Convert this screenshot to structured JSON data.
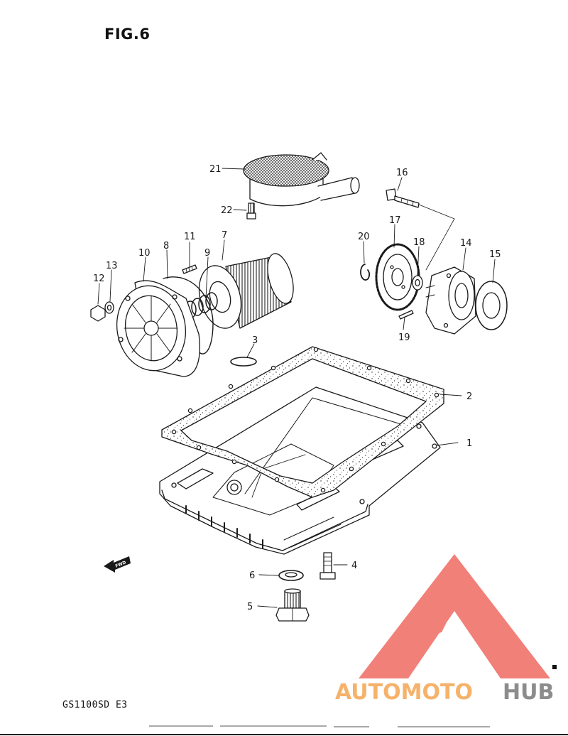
{
  "figure": {
    "title": "FIG.6",
    "model_code": "GS1100SD  E3"
  },
  "callouts": [
    {
      "n": "1"
    },
    {
      "n": "2"
    },
    {
      "n": "3"
    },
    {
      "n": "4"
    },
    {
      "n": "5"
    },
    {
      "n": "6"
    },
    {
      "n": "7"
    },
    {
      "n": "8"
    },
    {
      "n": "9"
    },
    {
      "n": "10"
    },
    {
      "n": "11"
    },
    {
      "n": "12"
    },
    {
      "n": "13"
    },
    {
      "n": "14"
    },
    {
      "n": "15"
    },
    {
      "n": "16"
    },
    {
      "n": "17"
    },
    {
      "n": "18"
    },
    {
      "n": "19"
    },
    {
      "n": "20"
    },
    {
      "n": "21"
    },
    {
      "n": "22"
    }
  ],
  "fwd_marker": {
    "label": "FWD"
  },
  "watermark": {
    "text_a": "AUTOMOTO",
    "text_b": "HUB",
    "color_red": "#ef6a62",
    "color_orange": "#f6b26b",
    "color_gray": "#8c8c8c"
  },
  "colors": {
    "ink": "#1a1a1a",
    "paper": "#ffffff"
  }
}
